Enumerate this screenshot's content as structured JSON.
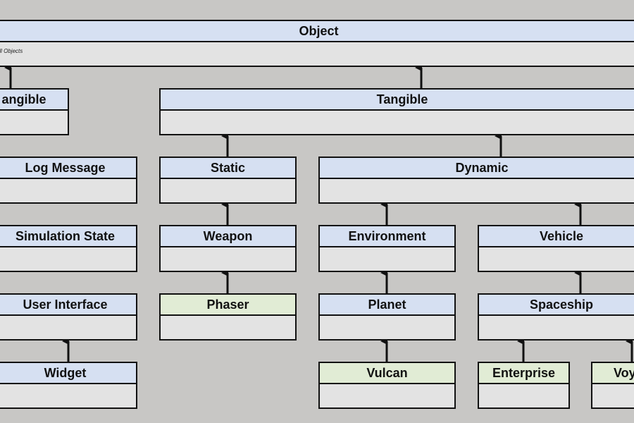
{
  "classes": {
    "object": {
      "name": "Object",
      "note": "All Objects"
    },
    "intangible": {
      "name": "angible"
    },
    "tangible": {
      "name": "Tangible"
    },
    "log_message": {
      "name": "Log Message"
    },
    "simulation_state": {
      "name": "Simulation State"
    },
    "user_interface": {
      "name": "User Interface"
    },
    "widget": {
      "name": "Widget"
    },
    "static": {
      "name": "Static"
    },
    "weapon": {
      "name": "Weapon"
    },
    "phaser": {
      "name": "Phaser"
    },
    "dynamic": {
      "name": "Dynamic"
    },
    "environment": {
      "name": "Environment"
    },
    "planet": {
      "name": "Planet"
    },
    "vulcan": {
      "name": "Vulcan"
    },
    "vehicle": {
      "name": "Vehicle"
    },
    "spaceship": {
      "name": "Spaceship"
    },
    "enterprise": {
      "name": "Enterprise"
    },
    "voyager": {
      "name": "Voy"
    }
  },
  "colors": {
    "background": "#c8c7c5",
    "header_abstract": "#d6e0f2",
    "header_concrete": "#e1ecd5",
    "body": "#e3e3e3",
    "stroke": "#111111"
  }
}
